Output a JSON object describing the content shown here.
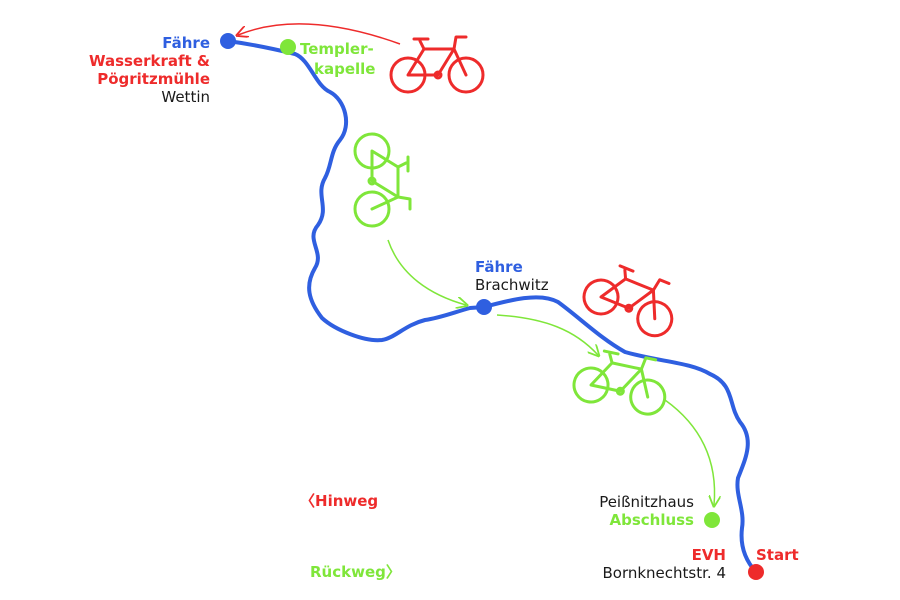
{
  "colors": {
    "river": "#2f5fe0",
    "outbound": "#ee2b2b",
    "return": "#7fe63a",
    "text": "#1a1a1a"
  },
  "places": {
    "wettin": {
      "ferry": "Fähre",
      "poi_line1": "Wasserkraft &",
      "poi_line2": "Pögritzmühle",
      "town": "Wettin"
    },
    "templerkapelle": {
      "line1": "Templer-",
      "line2": "kapelle"
    },
    "brachwitz": {
      "ferry": "Fähre",
      "town": "Brachwitz"
    },
    "peissnitzhaus": {
      "name": "Peißnitzhaus",
      "role": "Abschluss"
    },
    "start": {
      "org": "EVH",
      "label": "Start",
      "address": "Bornknechtstr. 4"
    }
  },
  "legend": {
    "outbound": {
      "label": "Hinweg",
      "symbol": "〈"
    },
    "return": {
      "label": "Rückweg",
      "symbol": "〉"
    }
  },
  "icons": {
    "route_marker": "bicycle-icon",
    "direction": "arrow-icon"
  }
}
